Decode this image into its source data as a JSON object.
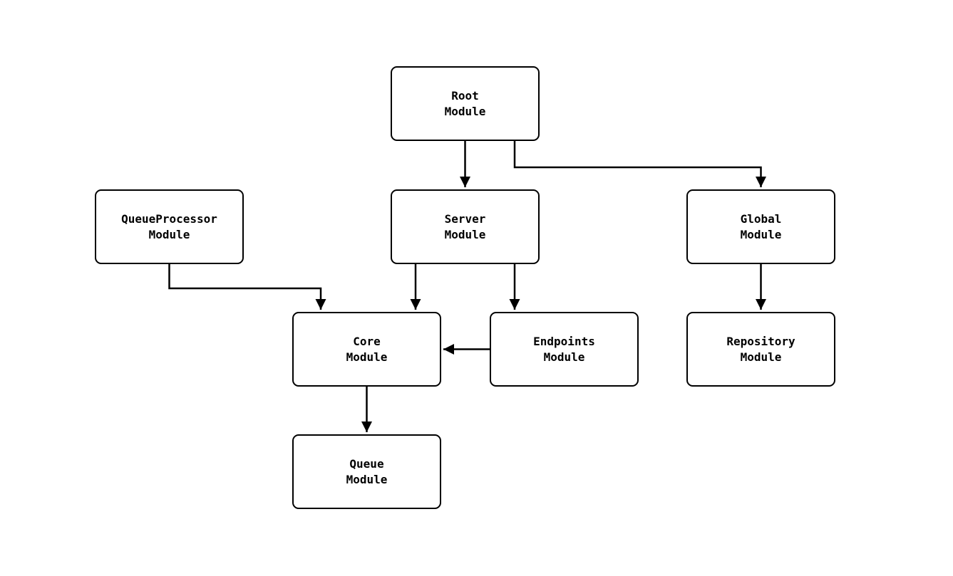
{
  "diagram": {
    "type": "dependency-graph",
    "background": "#ffffff",
    "colors": {
      "node_border": "#000000",
      "node_fill": "#ffffff",
      "edge": "#000000",
      "text": "#000000"
    },
    "nodes": [
      {
        "id": "root",
        "line1": "Root",
        "line2": "Module"
      },
      {
        "id": "queueprocessor",
        "line1": "QueueProcessor",
        "line2": "Module"
      },
      {
        "id": "server",
        "line1": "Server",
        "line2": "Module"
      },
      {
        "id": "global",
        "line1": "Global",
        "line2": "Module"
      },
      {
        "id": "core",
        "line1": "Core",
        "line2": "Module"
      },
      {
        "id": "endpoints",
        "line1": "Endpoints",
        "line2": "Module"
      },
      {
        "id": "repository",
        "line1": "Repository",
        "line2": "Module"
      },
      {
        "id": "queue",
        "line1": "Queue",
        "line2": "Module"
      }
    ],
    "edges": [
      {
        "from": "root",
        "to": "server"
      },
      {
        "from": "root",
        "to": "global"
      },
      {
        "from": "queueprocessor",
        "to": "core"
      },
      {
        "from": "server",
        "to": "core"
      },
      {
        "from": "server",
        "to": "endpoints"
      },
      {
        "from": "endpoints",
        "to": "core"
      },
      {
        "from": "core",
        "to": "queue"
      },
      {
        "from": "global",
        "to": "repository"
      }
    ]
  }
}
